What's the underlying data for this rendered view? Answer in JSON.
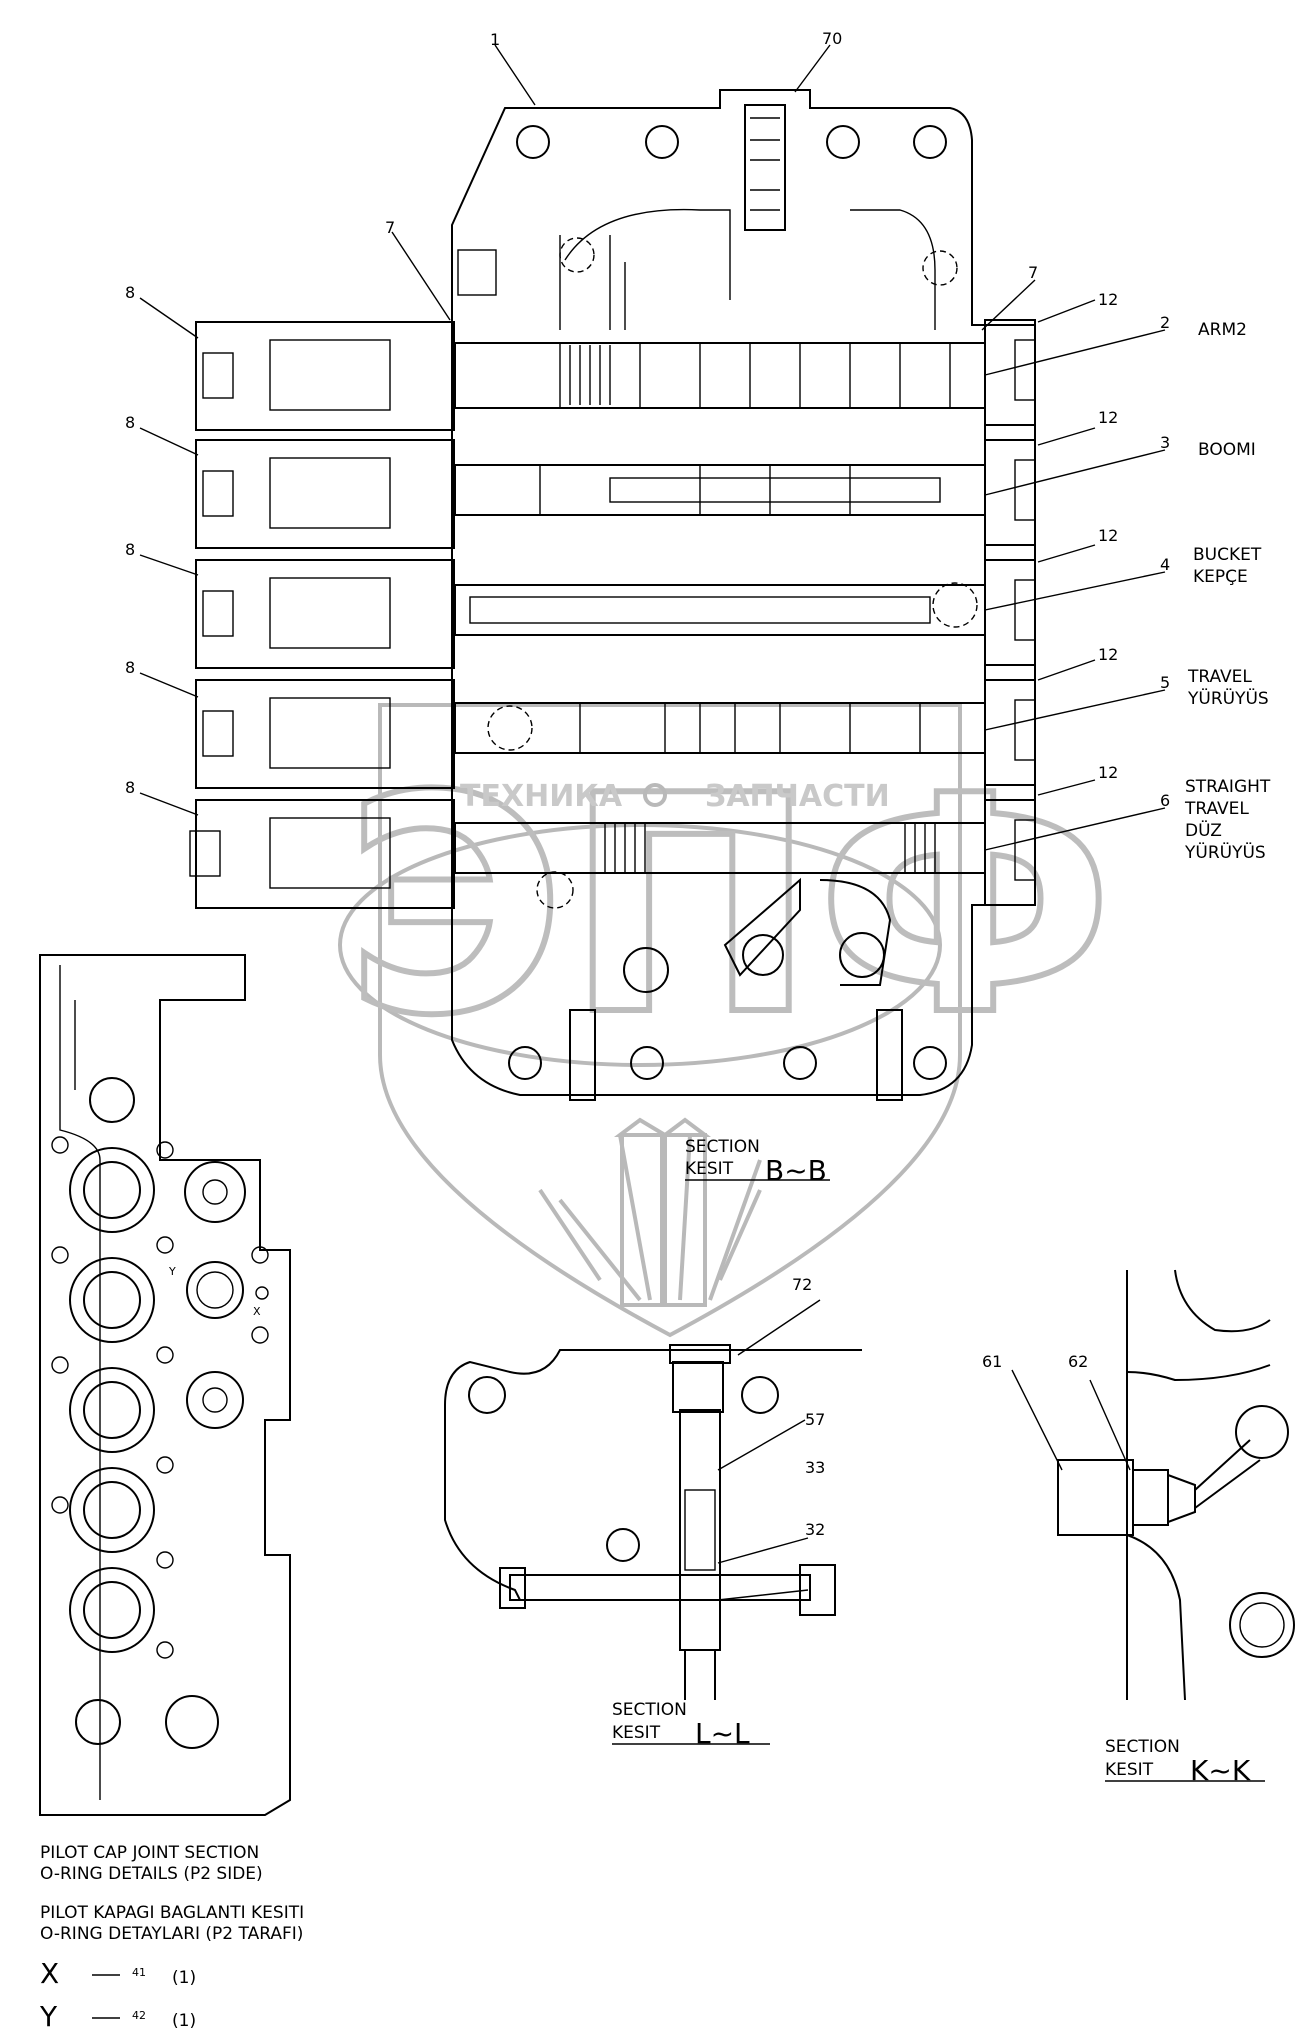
{
  "watermark": {
    "left_word": "ТЕХНИКА",
    "right_word": "ЗАПЧАСТИ",
    "logo_letters": "ЭПФ"
  },
  "callouts": {
    "c1": "1",
    "c70": "70",
    "c7a": "7",
    "c7b": "7",
    "c8a": "8",
    "c8b": "8",
    "c8c": "8",
    "c8d": "8",
    "c8e": "8",
    "c12a": "12",
    "c12b": "12",
    "c12c": "12",
    "c12d": "12",
    "c12e": "12",
    "c2": "2",
    "c3": "3",
    "c4": "4",
    "c5": "5",
    "c6": "6",
    "c72": "72",
    "c57": "57",
    "c33": "33",
    "c32": "32",
    "c61": "61",
    "c62": "62"
  },
  "spool_labels": {
    "arm2": "ARM2",
    "boom": "BOOMI",
    "bucket_en": "BUCKET",
    "bucket_tr": "KEPÇE",
    "travel_en": "TRAVEL",
    "travel_tr": "YÜRÜYÜS",
    "straight_1": "STRAIGHT",
    "straight_2": "TRAVEL",
    "straight_3": "DÜZ",
    "straight_4": "YÜRÜYÜS"
  },
  "sections": {
    "bb": {
      "en": "SECTION",
      "tr": "KESIT",
      "id": "B~B"
    },
    "ll": {
      "en": "SECTION",
      "tr": "KESIT",
      "id": "L~L"
    },
    "kk": {
      "en": "SECTION",
      "tr": "KESIT",
      "id": "K~K"
    }
  },
  "pilot_notes": {
    "line1": "PILOT CAP JOINT SECTION",
    "line2": "O-RING DETAILS (P2 SIDE)",
    "line3": "PILOT KAPAGI BAGLANTI KESITI",
    "line4": "O-RING DETAYLARI (P2 TARAFI)"
  },
  "legend": [
    {
      "letter": "X",
      "part": "41",
      "qty": "(1)"
    },
    {
      "letter": "Y",
      "part": "42",
      "qty": "(1)"
    }
  ],
  "port_marks": {
    "x": "X",
    "y": "Y"
  }
}
